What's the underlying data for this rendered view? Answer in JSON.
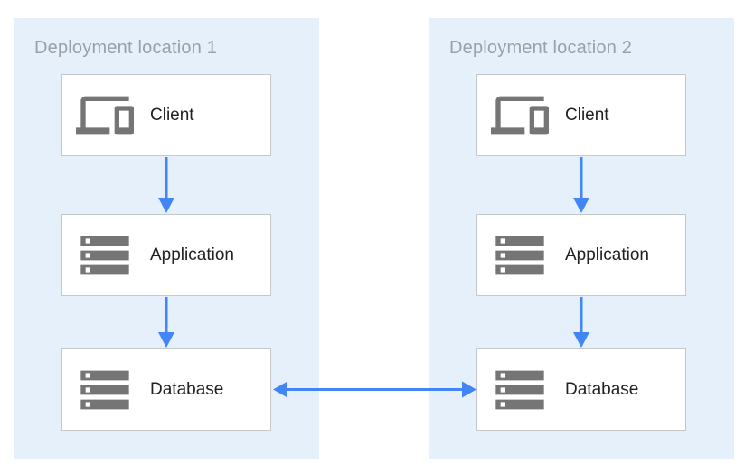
{
  "diagram": {
    "locations": [
      {
        "title": "Deployment location 1",
        "nodes": [
          {
            "id": "client-1",
            "label": "Client",
            "icon": "devices-icon"
          },
          {
            "id": "application-1",
            "label": "Application",
            "icon": "storage-icon"
          },
          {
            "id": "database-1",
            "label": "Database",
            "icon": "storage-icon"
          }
        ]
      },
      {
        "title": "Deployment location 2",
        "nodes": [
          {
            "id": "client-2",
            "label": "Client",
            "icon": "devices-icon"
          },
          {
            "id": "application-2",
            "label": "Application",
            "icon": "storage-icon"
          },
          {
            "id": "database-2",
            "label": "Database",
            "icon": "storage-icon"
          }
        ]
      }
    ],
    "edges": [
      {
        "from": "client-1",
        "to": "application-1",
        "type": "arrow-down"
      },
      {
        "from": "application-1",
        "to": "database-1",
        "type": "arrow-down"
      },
      {
        "from": "client-2",
        "to": "application-2",
        "type": "arrow-down"
      },
      {
        "from": "application-2",
        "to": "database-2",
        "type": "arrow-down"
      },
      {
        "from": "database-1",
        "to": "database-2",
        "type": "arrow-bidirectional"
      }
    ],
    "colors": {
      "panel_background": "#E6F0FB",
      "node_background": "#FFFFFF",
      "node_border": "#C5C8CB",
      "icon": "#757575",
      "title_text": "#9AA0A6",
      "label_text": "#212121",
      "arrow": "#4285F4"
    }
  }
}
